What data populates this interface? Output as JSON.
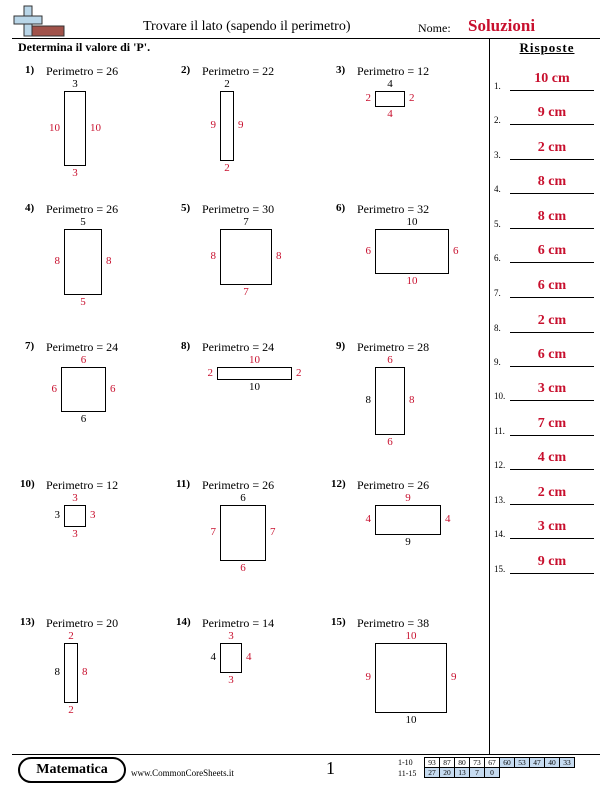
{
  "header": {
    "title": "Trovare il lato (sapendo il perimetro)",
    "name_label": "Nome:",
    "name_value": "Soluzioni"
  },
  "instructions": "Determina il valore di 'P'.",
  "answers_title": "Risposte",
  "answers": [
    {
      "num": "1.",
      "value": "10 cm"
    },
    {
      "num": "2.",
      "value": "9 cm"
    },
    {
      "num": "3.",
      "value": "2 cm"
    },
    {
      "num": "4.",
      "value": "8 cm"
    },
    {
      "num": "5.",
      "value": "8 cm"
    },
    {
      "num": "6.",
      "value": "6 cm"
    },
    {
      "num": "7.",
      "value": "6 cm"
    },
    {
      "num": "8.",
      "value": "2 cm"
    },
    {
      "num": "9.",
      "value": "6 cm"
    },
    {
      "num": "10.",
      "value": "3 cm"
    },
    {
      "num": "11.",
      "value": "7 cm"
    },
    {
      "num": "12.",
      "value": "4 cm"
    },
    {
      "num": "13.",
      "value": "2 cm"
    },
    {
      "num": "14.",
      "value": "3 cm"
    },
    {
      "num": "15.",
      "value": "9 cm"
    }
  ],
  "problems": [
    {
      "num": "1)",
      "text": "Perimetro = 26",
      "top": "3",
      "right": "10",
      "bottom": "3",
      "left": "10",
      "top_red": false,
      "right_red": true,
      "bottom_red": true,
      "left_red": true
    },
    {
      "num": "2)",
      "text": "Perimetro = 22",
      "top": "2",
      "right": "9",
      "bottom": "2",
      "left": "9",
      "top_red": false,
      "right_red": true,
      "bottom_red": true,
      "left_red": true
    },
    {
      "num": "3)",
      "text": "Perimetro = 12",
      "top": "4",
      "right": "2",
      "bottom": "4",
      "left": "2",
      "top_red": false,
      "right_red": true,
      "bottom_red": true,
      "left_red": true
    },
    {
      "num": "4)",
      "text": "Perimetro = 26",
      "top": "5",
      "right": "8",
      "bottom": "5",
      "left": "8",
      "top_red": false,
      "right_red": true,
      "bottom_red": true,
      "left_red": true
    },
    {
      "num": "5)",
      "text": "Perimetro = 30",
      "top": "7",
      "right": "8",
      "bottom": "7",
      "left": "8",
      "top_red": false,
      "right_red": true,
      "bottom_red": true,
      "left_red": true
    },
    {
      "num": "6)",
      "text": "Perimetro = 32",
      "top": "10",
      "right": "6",
      "bottom": "10",
      "left": "6",
      "top_red": false,
      "right_red": true,
      "bottom_red": true,
      "left_red": true
    },
    {
      "num": "7)",
      "text": "Perimetro = 24",
      "top": "6",
      "right": "6",
      "bottom": "6",
      "left": "6",
      "top_red": true,
      "right_red": true,
      "bottom_red": false,
      "left_red": true
    },
    {
      "num": "8)",
      "text": "Perimetro = 24",
      "top": "10",
      "right": "2",
      "bottom": "10",
      "left": "2",
      "top_red": true,
      "right_red": true,
      "bottom_red": false,
      "left_red": true
    },
    {
      "num": "9)",
      "text": "Perimetro = 28",
      "top": "6",
      "right": "8",
      "bottom": "6",
      "left": "8",
      "top_red": true,
      "right_red": true,
      "bottom_red": true,
      "left_red": false
    },
    {
      "num": "10)",
      "text": "Perimetro = 12",
      "top": "3",
      "right": "3",
      "bottom": "3",
      "left": "3",
      "top_red": true,
      "right_red": true,
      "bottom_red": true,
      "left_red": false
    },
    {
      "num": "11)",
      "text": "Perimetro = 26",
      "top": "6",
      "right": "7",
      "bottom": "6",
      "left": "7",
      "top_red": false,
      "right_red": true,
      "bottom_red": true,
      "left_red": true
    },
    {
      "num": "12)",
      "text": "Perimetro = 26",
      "top": "9",
      "right": "4",
      "bottom": "9",
      "left": "4",
      "top_red": true,
      "right_red": true,
      "bottom_red": false,
      "left_red": true
    },
    {
      "num": "13)",
      "text": "Perimetro = 20",
      "top": "2",
      "right": "8",
      "bottom": "2",
      "left": "8",
      "top_red": true,
      "right_red": true,
      "bottom_red": true,
      "left_red": false
    },
    {
      "num": "14)",
      "text": "Perimetro = 14",
      "top": "3",
      "right": "4",
      "bottom": "3",
      "left": "4",
      "top_red": true,
      "right_red": true,
      "bottom_red": true,
      "left_red": false
    },
    {
      "num": "15)",
      "text": "Perimetro = 38",
      "top": "10",
      "right": "9",
      "bottom": "10",
      "left": "9",
      "top_red": true,
      "right_red": true,
      "bottom_red": false,
      "left_red": true
    }
  ],
  "footer": {
    "brand": "Matematica",
    "url": "www.CommonCoreSheets.it",
    "page": "1",
    "score_row1_label": "1-10",
    "score_row2_label": "11-15",
    "score_row1": [
      "93",
      "87",
      "80",
      "73",
      "67",
      "60",
      "53",
      "47",
      "40",
      "33"
    ],
    "score_row2": [
      "27",
      "20",
      "13",
      "7",
      "0"
    ]
  },
  "colors": {
    "answer_red": "#c8102e",
    "score_blue": "#c6dbf0"
  }
}
